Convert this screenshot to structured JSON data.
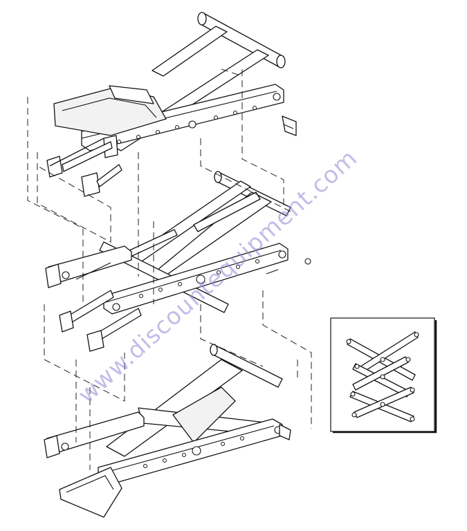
{
  "watermark": {
    "text": "www.discountequipment.com",
    "color": "#8f86d6"
  },
  "figure": {
    "subject": "scissor-lift-arm-assembly",
    "views": [
      "exploded-view",
      "scissor-stack-inset"
    ]
  }
}
